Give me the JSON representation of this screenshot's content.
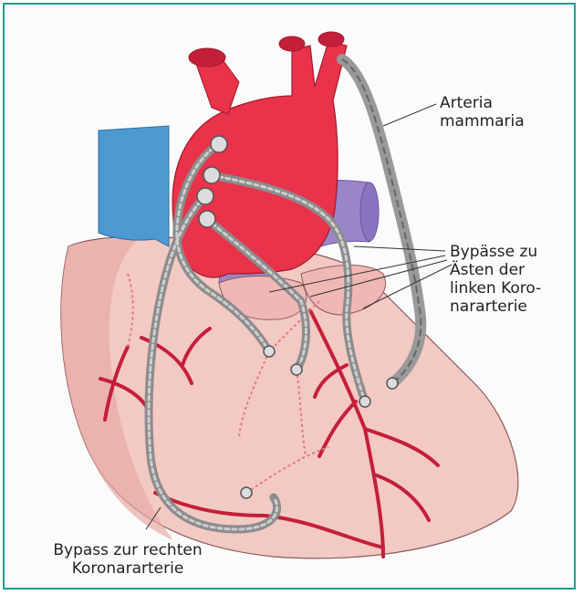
{
  "labels": {
    "arteria_line1": "Arteria",
    "arteria_line2": "mammaria",
    "bypaesse_line1": "Bypässe zu",
    "bypaesse_line2": "Ästen der",
    "bypaesse_line3": "linken Koro-",
    "bypaesse_line4": "nararterie",
    "bypass_right_line1": "Bypass zur rechten",
    "bypass_right_line2": "Koronararterie"
  },
  "colors": {
    "frame": "#1f9e8e",
    "heart": "#f3c9c3",
    "aorta": "#e8334a",
    "vena_cava": "#4d9ad2",
    "pulmonary": "#9a85c9",
    "graft": "#8c8c8c",
    "coronary": "#c41f3a"
  }
}
